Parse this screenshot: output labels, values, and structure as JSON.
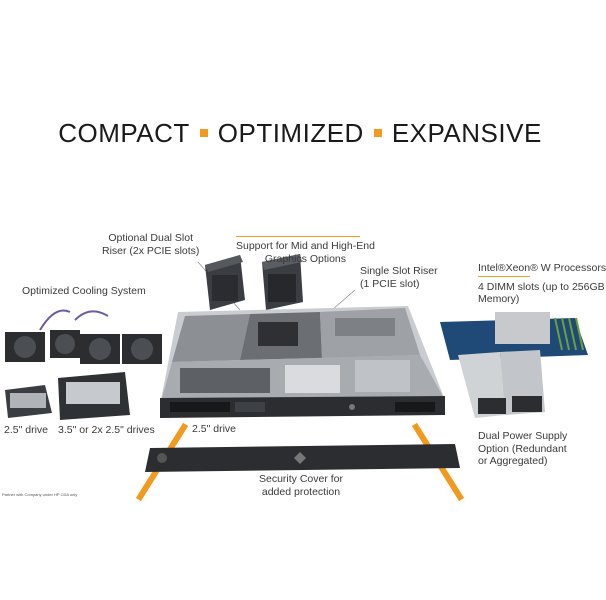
{
  "headline": {
    "word1": "COMPACT",
    "word2": "OPTIMIZED",
    "word3": "EXPANSIVE",
    "separator_color": "#f29a1d"
  },
  "callouts": {
    "dual_slot_riser": {
      "line1": "Optional Dual Slot",
      "line2": "Riser (2x PCIE slots)"
    },
    "graphics": {
      "line1": "Support for Mid and High-End",
      "line2": "Graphics Options"
    },
    "single_slot_riser": {
      "line1": "Single Slot Riser",
      "line2": "(1 PCIE slot)"
    },
    "processors": {
      "line1": "Intel®Xeon® W Processors",
      "line2": "4 DIMM slots (up to 256GB",
      "line3": "Memory)"
    },
    "cooling": {
      "line1": "Optimized Cooling System"
    },
    "drive_small": {
      "line1": "2.5\" drive"
    },
    "drive_bay": {
      "line1": "3.5\" or 2x 2.5\" drives"
    },
    "drive_front": {
      "line1": "2.5\" drive"
    },
    "power_supply": {
      "line1": "Dual Power Supply",
      "line2": "Option (Redundant",
      "line3": "or Aggregated)"
    },
    "security_cover": {
      "line1": "Security Cover for",
      "line2": "added protection"
    }
  },
  "footnote": "Partner with Company under HP CDA only",
  "colors": {
    "accent": "#f29a1d",
    "chassis": "#2b2d30",
    "metal": "#b9bcc0"
  }
}
